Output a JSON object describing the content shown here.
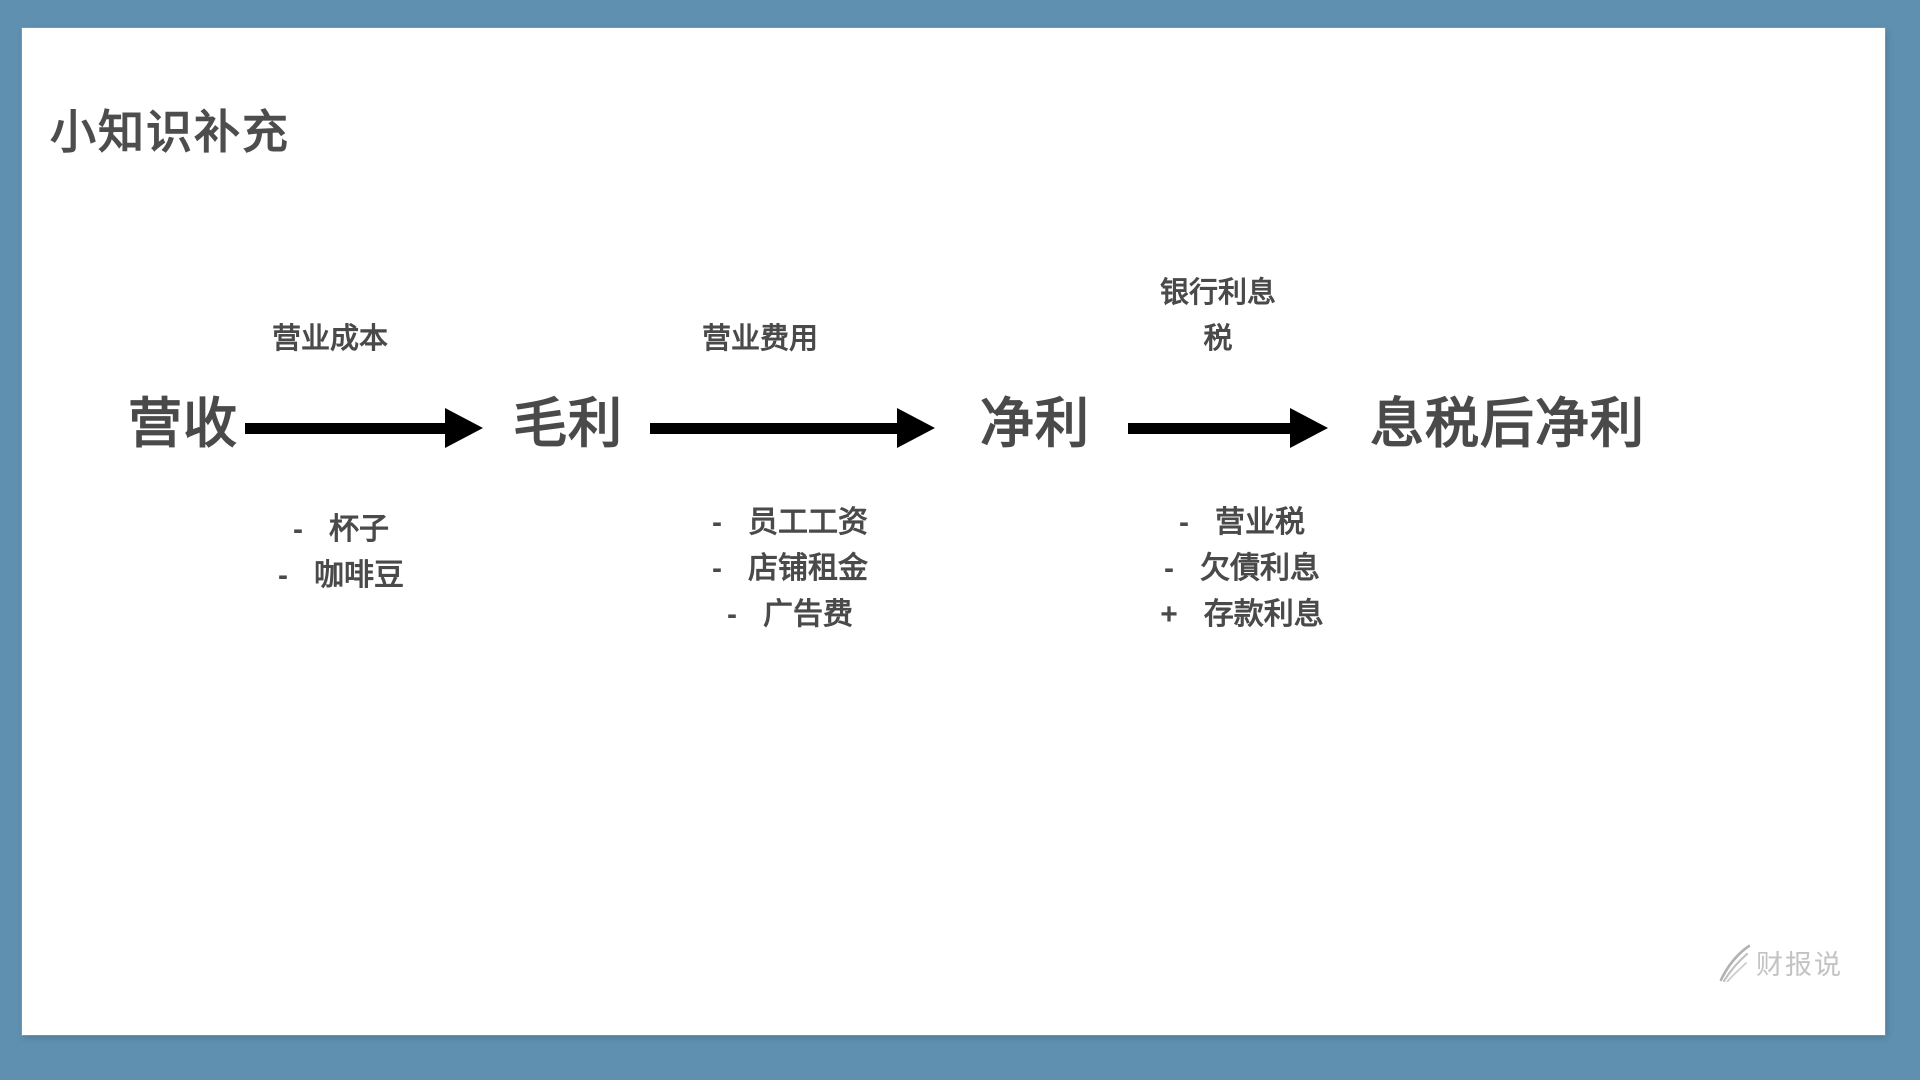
{
  "slide": {
    "title": "小知识补充",
    "flow": {
      "stages": [
        "营收",
        "毛利",
        "净利",
        "息税后净利"
      ],
      "arrows": [
        {
          "label_lines": [
            "营业成本"
          ],
          "items": [
            {
              "sign": "-",
              "text": "杯子"
            },
            {
              "sign": "-",
              "text": "咖啡豆"
            }
          ]
        },
        {
          "label_lines": [
            "营业费用"
          ],
          "items": [
            {
              "sign": "-",
              "text": "员工工资"
            },
            {
              "sign": "-",
              "text": "店铺租金"
            },
            {
              "sign": "-",
              "text": "广告费"
            }
          ]
        },
        {
          "label_lines": [
            "银行利息",
            "税"
          ],
          "items": [
            {
              "sign": "-",
              "text": "营业税"
            },
            {
              "sign": "-",
              "text": "欠債利息"
            },
            {
              "sign": "+",
              "text": "存款利息"
            }
          ]
        }
      ]
    },
    "logo": {
      "text": "财报说"
    }
  },
  "colors": {
    "bg": "#6090b0",
    "ink": "#4a4a4a",
    "arrow": "#000000",
    "logo": "#c3c3c3"
  }
}
